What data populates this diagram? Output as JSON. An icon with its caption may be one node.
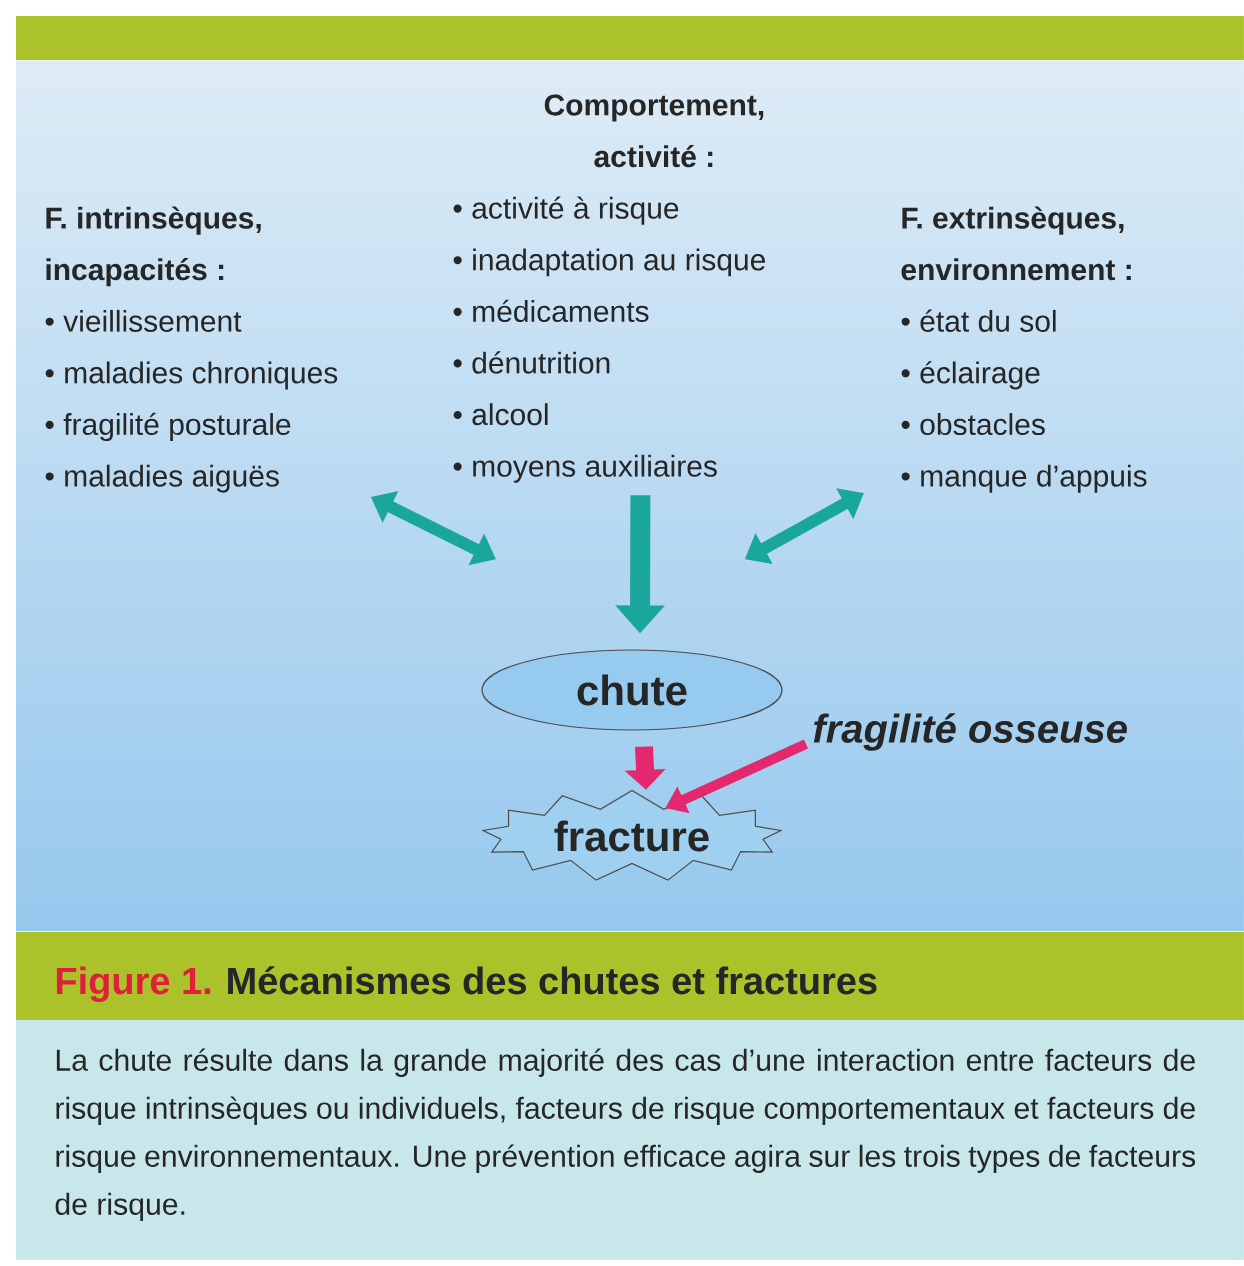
{
  "diagram": {
    "title": "Mécanismes des chutes et fractures",
    "caption": "La chute résulte dans la grande majorité des cas d’une interaction entre facteurs de risque intrinsèques ou individuels, facteurs de risque comportementaux et facteurs de risque environnementaux. Une prévention efficace agira sur les trois types de facteurs de risque.",
    "nodes": [
      {
        "text": [
          "F. intrinsèques, incapacités :",
          "• vieillissement",
          "• maladies chroniques",
          "• fragilité posturale",
          "• maladies aiguës"
        ]
      },
      {
        "text": [
          "Comportement, activité :",
          "• activité à risque",
          "• inadaptation au risque",
          "• médicaments",
          "• dénutrition",
          "• alcool",
          "• moyens auxiliaires"
        ]
      },
      {
        "text": [
          "F. extrinsèques, environnement :",
          "• état du sol",
          "• éclairage",
          "• obstacles",
          "• manque d’appuis"
        ]
      },
      {
        "text": [
          "chute"
        ]
      },
      {
        "text": [
          "fracture"
        ]
      },
      {
        "text": [
          "fragilité osseuse"
        ]
      }
    ],
    "edges": [
      {
        "from": 0,
        "to": 1,
        "arrow": "both"
      },
      {
        "from": 1,
        "to": 2,
        "arrow": "both"
      },
      {
        "from": 1,
        "to": 3,
        "arrow": "to"
      },
      {
        "from": 3,
        "to": 4,
        "arrow": "to",
        "color": "#e4286e"
      },
      {
        "from": 5,
        "to": 4,
        "arrow": "to",
        "color": "#e4286e"
      }
    ],
    "labels": [
      "Figure 1."
    ]
  }
}
